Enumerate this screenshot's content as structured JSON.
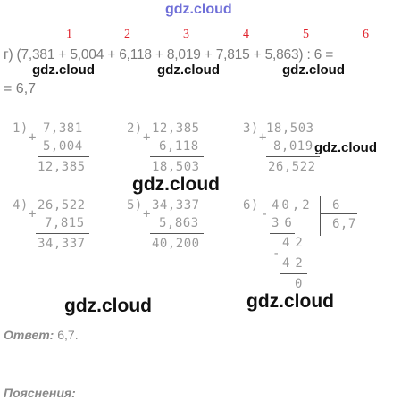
{
  "header": {
    "site": "gdz.cloud"
  },
  "step_numbers": [
    "1",
    "2",
    "3",
    "4",
    "5",
    "6"
  ],
  "expression": {
    "line1": "г) (7,381 + 5,004 + 6,118 + 8,019 + 7,815 + 5,863) : 6 =",
    "line2": "= 6,7"
  },
  "watermark": "gdz.cloud",
  "columns": {
    "c1": {
      "label": "1)",
      "sign": "+",
      "top": "7,381",
      "bottom": "5,004",
      "result": "12,385"
    },
    "c2": {
      "label": "2)",
      "sign": "+",
      "top": "12,385",
      "bottom": "6,118",
      "result": "18,503"
    },
    "c3": {
      "label": "3)",
      "sign": "+",
      "top": "18,503",
      "bottom": "8,019",
      "result": "26,522"
    },
    "c4": {
      "label": "4)",
      "sign": "+",
      "top": "26,522",
      "bottom": "7,815",
      "result": "34,337"
    },
    "c5": {
      "label": "5)",
      "sign": "+",
      "top": "34,337",
      "bottom": "5,863",
      "result": "40,200"
    }
  },
  "division": {
    "label": "6)",
    "dividend": "40,2",
    "divisor": "6",
    "quotient": "6,7",
    "sub1": "36",
    "rem1": "42",
    "sub2": "42",
    "rem2": "0",
    "sign": "-"
  },
  "answer": {
    "label": "Ответ:",
    "value": "6,7."
  },
  "explanation": {
    "label": "Пояснения:"
  }
}
